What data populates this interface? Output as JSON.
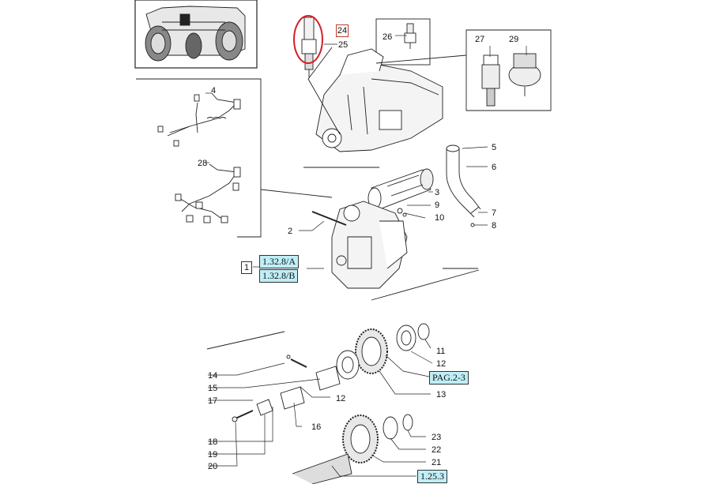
{
  "callouts": [
    "2",
    "3",
    "4",
    "5",
    "6",
    "7",
    "8",
    "9",
    "10",
    "11",
    "12",
    "12",
    "13",
    "14",
    "15",
    "16",
    "17",
    "18",
    "19",
    "20",
    "21",
    "22",
    "23",
    "25",
    "26",
    "27",
    "28",
    "29"
  ],
  "highlighted_callout": "24",
  "group_callout": "1",
  "references": {
    "r1": "1.32.8/A",
    "r2": "1.32.8/B",
    "r3": "PAG.2-3",
    "r4": "1.25.3"
  },
  "colors": {
    "highlight": "#d0202a",
    "reference_fill": "#bfeef7",
    "line": "#222222"
  }
}
